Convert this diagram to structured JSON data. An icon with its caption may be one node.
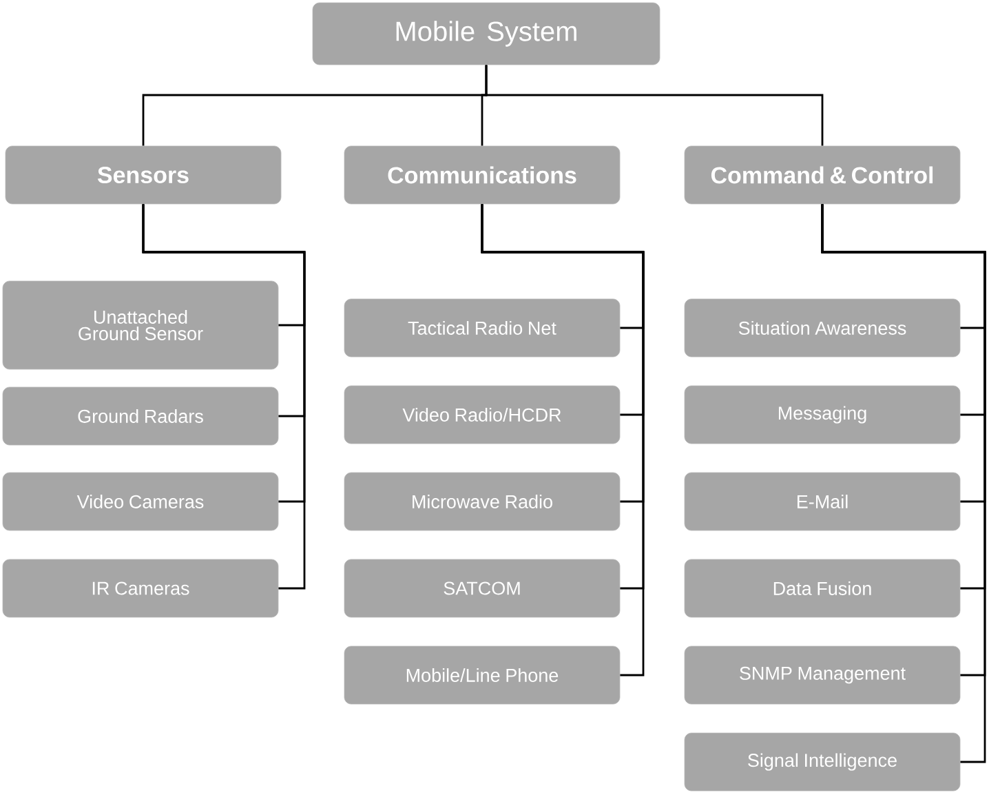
{
  "diagram": {
    "nodes": [
      {
        "text": [
          "Mobile System"
        ]
      },
      {
        "text": [
          "Sensors"
        ]
      },
      {
        "text": [
          "Communications"
        ]
      },
      {
        "text": [
          "Command & Control"
        ]
      },
      {
        "text": [
          "Unattached Ground Sensor"
        ]
      },
      {
        "text": [
          "Ground Radars"
        ]
      },
      {
        "text": [
          "Video Cameras"
        ]
      },
      {
        "text": [
          "IR Cameras"
        ]
      },
      {
        "text": [
          "Tactical Radio Net"
        ]
      },
      {
        "text": [
          "Video Radio/HCDR"
        ]
      },
      {
        "text": [
          "Microwave Radio"
        ]
      },
      {
        "text": [
          "SATCOM"
        ]
      },
      {
        "text": [
          "Mobile/Line Phone"
        ]
      },
      {
        "text": [
          "Situation Awareness"
        ]
      },
      {
        "text": [
          "Messaging"
        ]
      },
      {
        "text": [
          "E-Mail"
        ]
      },
      {
        "text": [
          "Data Fusion"
        ]
      },
      {
        "text": [
          "SNMP Management"
        ]
      },
      {
        "text": [
          "Signal Intelligence"
        ]
      }
    ],
    "edges": [
      {
        "from": 0,
        "to": 1,
        "arrow": "none"
      },
      {
        "from": 0,
        "to": 2,
        "arrow": "none"
      },
      {
        "from": 0,
        "to": 3,
        "arrow": "none"
      },
      {
        "from": 1,
        "to": 4,
        "arrow": "none"
      },
      {
        "from": 1,
        "to": 5,
        "arrow": "none"
      },
      {
        "from": 1,
        "to": 6,
        "arrow": "none"
      },
      {
        "from": 1,
        "to": 7,
        "arrow": "none"
      },
      {
        "from": 2,
        "to": 8,
        "arrow": "none"
      },
      {
        "from": 2,
        "to": 9,
        "arrow": "none"
      },
      {
        "from": 2,
        "to": 10,
        "arrow": "none"
      },
      {
        "from": 2,
        "to": 11,
        "arrow": "none"
      },
      {
        "from": 2,
        "to": 12,
        "arrow": "none"
      },
      {
        "from": 3,
        "to": 13,
        "arrow": "none"
      },
      {
        "from": 3,
        "to": 14,
        "arrow": "none"
      },
      {
        "from": 3,
        "to": 15,
        "arrow": "none"
      },
      {
        "from": 3,
        "to": 16,
        "arrow": "none"
      },
      {
        "from": 3,
        "to": 17,
        "arrow": "none"
      },
      {
        "from": 3,
        "to": 18,
        "arrow": "none"
      }
    ]
  }
}
